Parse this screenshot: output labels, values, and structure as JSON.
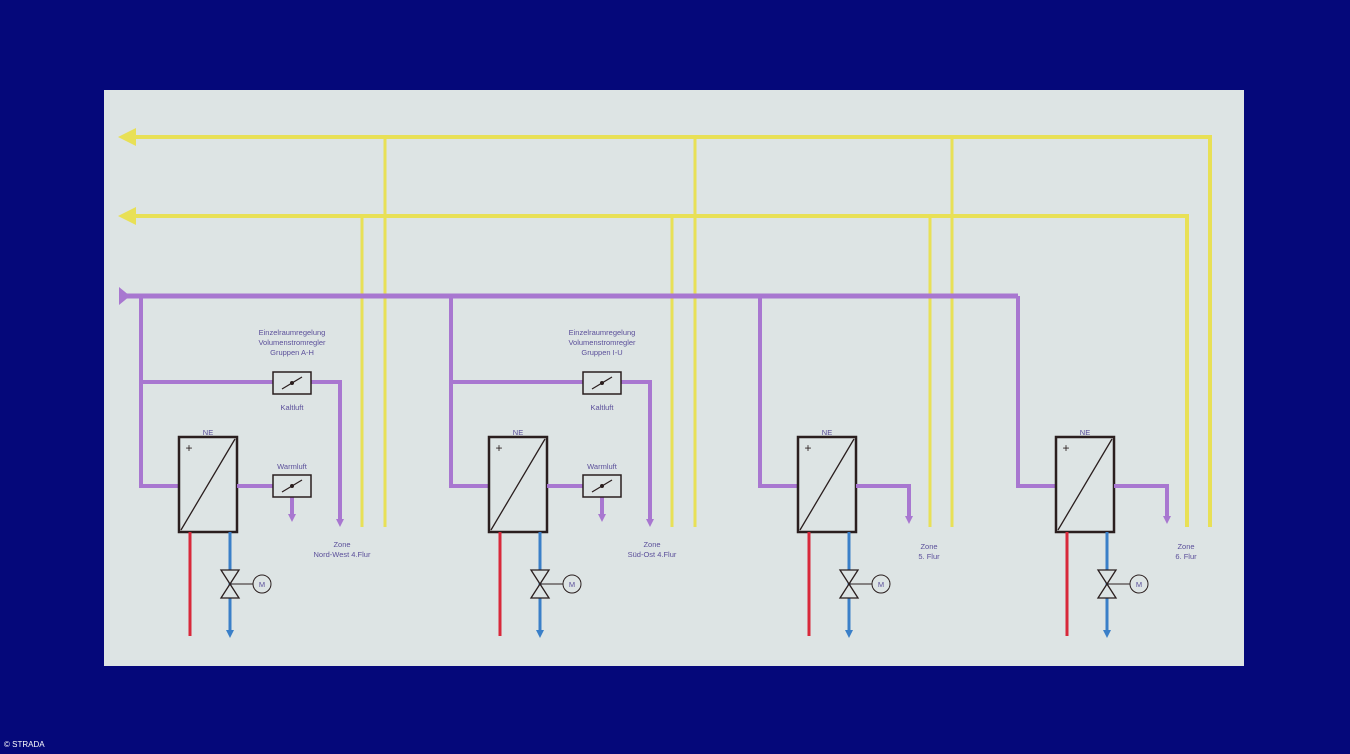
{
  "colors": {
    "background": "#05087a",
    "panel": "#dde4e4",
    "yellow": "#e8e056",
    "purple": "#a877d0",
    "red": "#d8283a",
    "blue": "#3a7fc8",
    "black": "#2a1e1e",
    "text": "#5b4f9a"
  },
  "unit_label": "NE",
  "motor_label": "M",
  "units": [
    {
      "controller": [
        "Einzelraumregelung",
        "Volumenstromregler",
        "Gruppen A-H"
      ],
      "cold_label": "Kaltluft",
      "warm_label": "Warmluft",
      "zone": [
        "Zone",
        "Nord-West 4.Flur"
      ]
    },
    {
      "controller": [
        "Einzelraumregelung",
        "Volumenstromregler",
        "Gruppen I-U"
      ],
      "cold_label": "Kaltluft",
      "warm_label": "Warmluft",
      "zone": [
        "Zone",
        "Süd-Ost 4.Flur"
      ]
    },
    {
      "zone": [
        "Zone",
        "5. Flur"
      ]
    },
    {
      "zone": [
        "Zone",
        "6. Flur"
      ]
    }
  ],
  "copyright": "© STRADA"
}
